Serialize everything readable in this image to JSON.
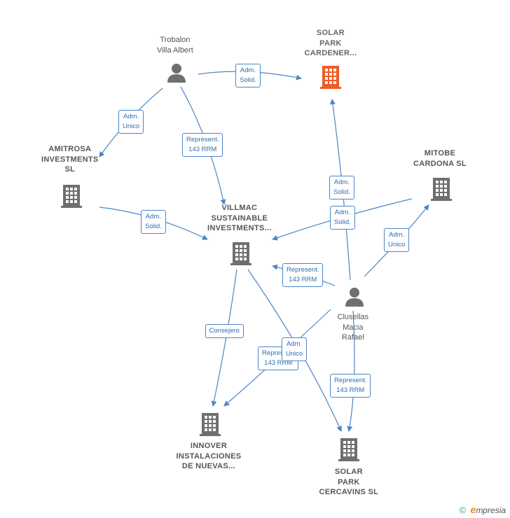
{
  "nodes": {
    "trobalon": {
      "label": "Trobalon\nVilla Albert",
      "type": "person"
    },
    "solar_cardener": {
      "label": "SOLAR\nPARK\nCARDENER...",
      "type": "company-highlight"
    },
    "amitrosa": {
      "label": "AMITROSA\nINVESTMENTS\nSL",
      "type": "company"
    },
    "mitobe": {
      "label": "MITOBE\nCARDONA  SL",
      "type": "company"
    },
    "villmac": {
      "label": "VILLMAC\nSUSTAINABLE\nINVESTMENTS...",
      "type": "company"
    },
    "clusellas": {
      "label": "Clusellas\nMacia\nRafael",
      "type": "person"
    },
    "innover": {
      "label": "INNOVER\nINSTALACIONES\nDE NUEVAS...",
      "type": "company"
    },
    "solar_cercavins": {
      "label": "SOLAR\nPARK\nCERCAVINS  SL",
      "type": "company"
    }
  },
  "edges": [
    {
      "from": "trobalon",
      "to": "solar_cardener",
      "label": "Adm.\nSolid."
    },
    {
      "from": "trobalon",
      "to": "amitrosa",
      "label": "Adm.\nUnico"
    },
    {
      "from": "trobalon",
      "to": "villmac",
      "label": "Represent.\n143 RRM"
    },
    {
      "from": "amitrosa",
      "to": "villmac",
      "label": "Adm.\nSolid."
    },
    {
      "from": "clusellas",
      "to": "solar_cardener",
      "label": "Adm.\nSolid."
    },
    {
      "from": "clusellas",
      "to": "villmac",
      "label": "Adm.\nSolid."
    },
    {
      "from": "clusellas",
      "to": "mitobe",
      "label": "Adm.\nUnico"
    },
    {
      "from": "clusellas",
      "to": "villmac",
      "label": "Represent.\n143 RRM"
    },
    {
      "from": "villmac",
      "to": "innover",
      "label": "Consejero"
    },
    {
      "from": "clusellas",
      "to": "innover",
      "label": "Represent.\n143 RRM"
    },
    {
      "from": "villmac",
      "to": "solar_cercavins",
      "label": "Adm.\nUnico"
    },
    {
      "from": "clusellas",
      "to": "solar_cercavins",
      "label": "Represent.\n143 RRM"
    }
  ],
  "colors": {
    "edge": "#4a86c8",
    "company": "#6f6f6f",
    "highlight": "#f05a28",
    "person": "#6f6f6f"
  },
  "footer": {
    "copyright": "©",
    "brand_first": "e",
    "brand_rest": "mpresia"
  }
}
